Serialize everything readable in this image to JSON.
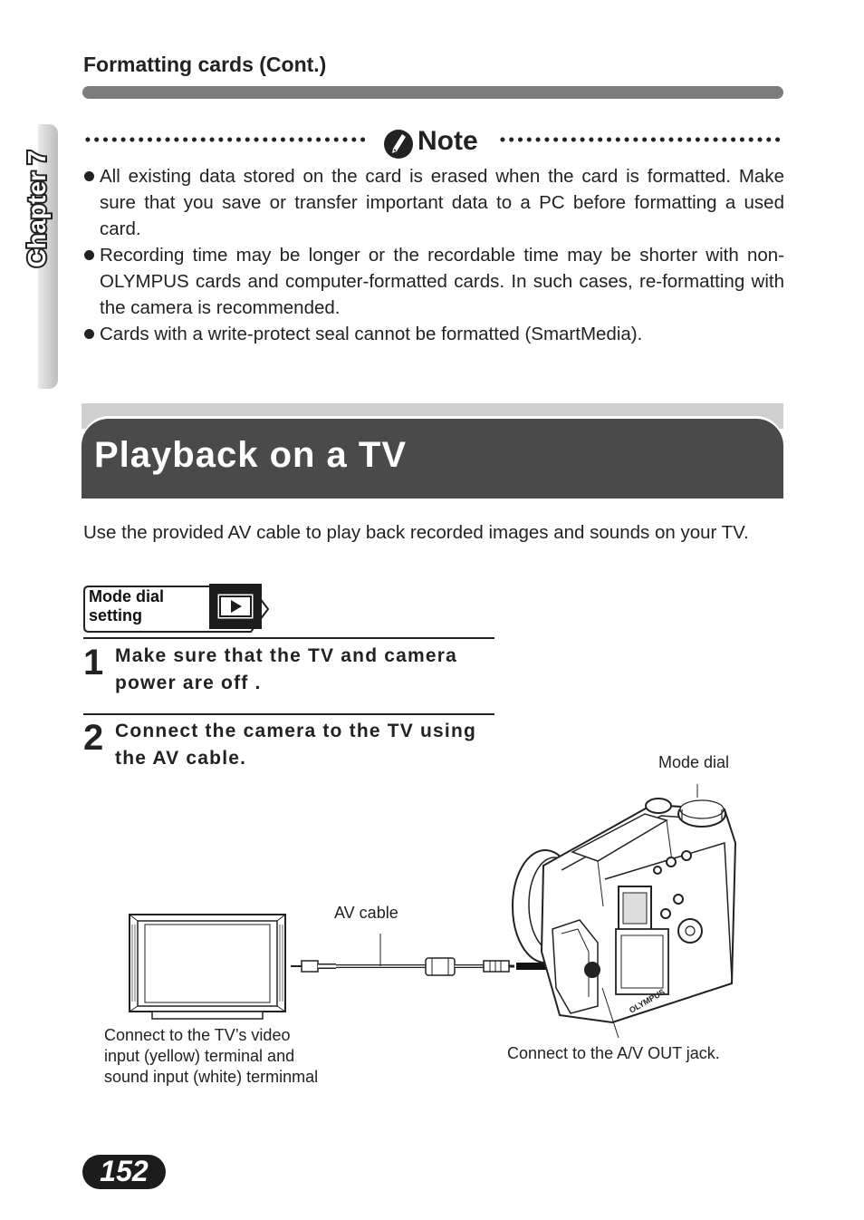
{
  "header": {
    "section": "Formatting cards (Cont.)"
  },
  "chapter": {
    "label": "Chapter 7"
  },
  "note": {
    "title": "Note",
    "items": [
      "All existing data stored on the card is erased when the card is formatted. Make sure that you save or transfer important data to a PC before formatting a used card.",
      "Recording time may be longer or the recordable time may be shorter with non-OLYMPUS cards and computer-formatted cards. In such cases, re-formatting with the camera is recommended.",
      "Cards with a write-protect seal cannot be formatted (SmartMedia)."
    ]
  },
  "banner": {
    "title": "Playback on a TV"
  },
  "intro": "Use the provided AV cable to play back recorded images and sounds on your TV.",
  "mode_dial": {
    "label_line1": "Mode dial",
    "label_line2": "setting",
    "icon": "playback-icon"
  },
  "steps": [
    {
      "number": "1",
      "text": "Make sure that the TV and camera power are off ."
    },
    {
      "number": "2",
      "text": "Connect the camera to the TV using the AV cable."
    }
  ],
  "illustration": {
    "mode_dial_label": "Mode dial",
    "av_cable_label": "AV cable",
    "tv_caption": "Connect to the TV’s video input (yellow) terminal and sound input (white) terminmal",
    "jack_caption": "Connect to the A/V OUT jack.",
    "brand": "OLYMPUS"
  },
  "footer": {
    "page_number": "152"
  },
  "colors": {
    "banner": "#4a4a4a",
    "rule": "#7c7c7c",
    "text": "#222222"
  }
}
